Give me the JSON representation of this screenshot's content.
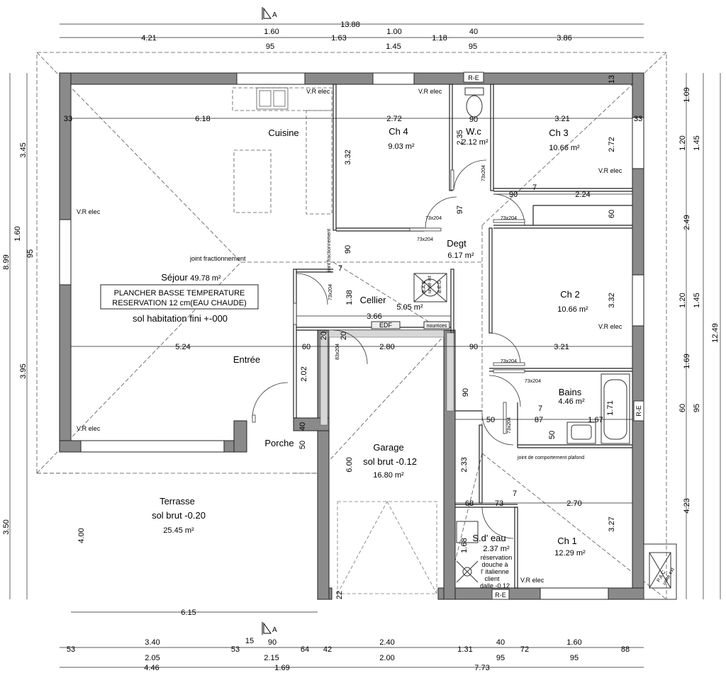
{
  "dimensions": {
    "top_overall": "13.88",
    "top_row1": [
      "1.60",
      "1.00",
      "40"
    ],
    "top_row2": [
      "4.21",
      "1.63",
      "1.18",
      "3.86"
    ],
    "top_row3": [
      "95",
      "1.45",
      "95"
    ],
    "bottom_row1": [
      "53",
      "3.40",
      "53",
      "15",
      "90",
      "64",
      "42",
      "2.40",
      "1.31",
      "40",
      "72",
      "1.60",
      "88"
    ],
    "bottom_row2": [
      "2.05",
      "2.15",
      "2.00",
      "95",
      "95"
    ],
    "bottom_row3": [
      "4.46",
      "1.69",
      "7.73"
    ],
    "left_outer": [
      "3.45",
      "8.99",
      "3.95",
      "3.50"
    ],
    "left_inner": [
      "1.60",
      "95"
    ],
    "right_inner": [
      "1.09",
      "1.20",
      "2.49",
      "1.20",
      "1.69",
      "60",
      "4.23"
    ],
    "right_inner2": [
      "1.45",
      "1.45",
      "95"
    ],
    "right_overall": "12.49",
    "interior": {
      "row_a": [
        "6.18",
        "2.72",
        "3.21"
      ],
      "row_b": [
        "5.24",
        "60",
        "2.80",
        "90",
        "3.21"
      ],
      "cellier_width": "3.66",
      "degt": [
        "90",
        "2.24",
        "97",
        "90",
        "60"
      ],
      "vertical": [
        "3.32",
        "2.35",
        "2.72",
        "3.32",
        "1.38",
        "2.02",
        "6.00",
        "2.33",
        "1.71",
        "3.27",
        "4.00",
        "1.68"
      ],
      "misc": [
        "33",
        "33",
        "13",
        "20",
        "20",
        "50",
        "87",
        "1.67",
        "50",
        "68",
        "73",
        "2.70",
        "7",
        "7",
        "7",
        "7",
        "90",
        "90",
        "40",
        "50",
        "22",
        "6.15"
      ]
    }
  },
  "rooms": {
    "cuisine": {
      "name": "Cuisine"
    },
    "ch4": {
      "name": "Ch 4",
      "area": "9.03 m²"
    },
    "wc": {
      "name": "W.c",
      "area": "2.12 m²"
    },
    "ch3": {
      "name": "Ch 3",
      "area": "10.66 m²"
    },
    "degt": {
      "name": "Degt",
      "area": "6.17 m²"
    },
    "sejour": {
      "name": "Séjour",
      "area": "49.78 m²"
    },
    "cellier": {
      "name": "Cellier",
      "area": "5.05 m²"
    },
    "ch2": {
      "name": "Ch 2",
      "area": "10.66 m²"
    },
    "entree": {
      "name": "Entrée"
    },
    "bains": {
      "name": "Bains",
      "area": "4.46 m²"
    },
    "porche": {
      "name": "Porche"
    },
    "garage": {
      "name": "Garage",
      "floor": "sol brut -0.12",
      "area": "16.80 m²"
    },
    "terrasse": {
      "name": "Terrasse",
      "floor": "sol brut -0.20",
      "area": "25.45 m²"
    },
    "sdeau": {
      "name": "S.d' eau",
      "area": "2.37 m²",
      "note": [
        "réservation",
        "douche à",
        "l' italienne",
        "client",
        "dalle -0.12"
      ]
    },
    "ch1": {
      "name": "Ch 1",
      "area": "12.29 m²"
    }
  },
  "notes": {
    "plancher_line1": "PLANCHER BASSE TEMPERATURE",
    "plancher_line2": "RESERVATION 12 cm(EAU CHAUDE)",
    "sol_habitation": "sol habitation fini +-000",
    "joint_fractionnement": "joint fractionnement",
    "joint_fract_vertical": "joint fractionnement",
    "joint_plafond": "joint de comportement plafond",
    "edf": "EDF",
    "nourrices": "nourrices",
    "re": "R-E",
    "vr_elec": "V.R elec",
    "door_73x204": "73x204",
    "door_83x204": "83x204",
    "ballon": [
      "B.A.E",
      "unité int",
      "B.E.G"
    ],
    "pac": [
      "P.A.C",
      "unité ext"
    ]
  },
  "section_marks": [
    "A",
    "A"
  ]
}
